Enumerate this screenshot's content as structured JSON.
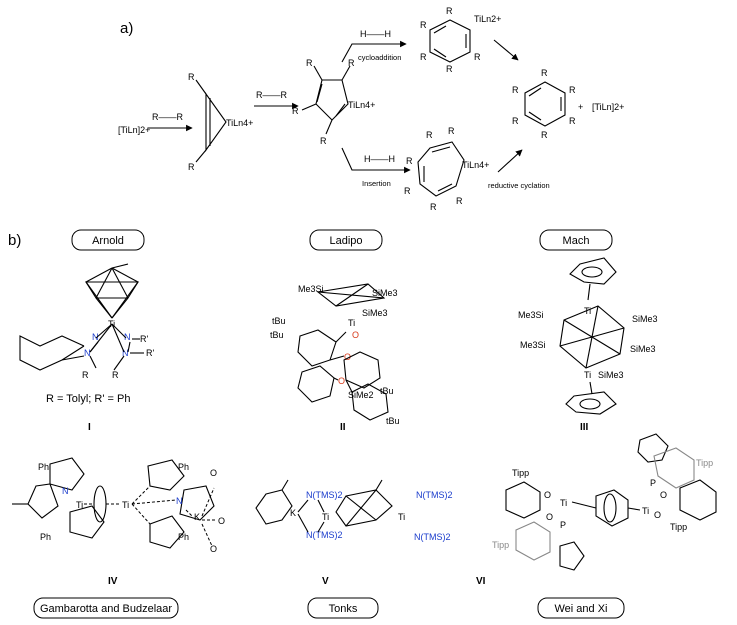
{
  "panel_a_label": "a)",
  "panel_b_label": "b)",
  "scheme": {
    "start": "[TiLn]2+",
    "alkyne": "R——R",
    "acetylene": "H——H",
    "cycloaddition": "cycloaddition",
    "insertion": "Insertion",
    "reductive_cyclation": "reductive cyclation",
    "plus": "+",
    "product_complex": "[TiLn]2+",
    "sub_R": "R",
    "ti_4plus": "TiLn4+",
    "ti_2plus": "TiLn2+"
  },
  "groups": {
    "arnold": "Arnold",
    "ladipo": "Ladipo",
    "mach": "Mach",
    "gambarotta": "Gambarotta and Budzelaar",
    "tonks": "Tonks",
    "wei_xi": "Wei and Xi"
  },
  "compounds": {
    "I": "I",
    "II": "II",
    "III": "III",
    "IV": "IV",
    "V": "V",
    "VI": "VI"
  },
  "caption_I": "R = Tolyl; R' = Ph",
  "atoms": {
    "Ti": "Ti",
    "N": "N",
    "O": "O",
    "K": "K",
    "P": "P",
    "R": "R",
    "Rp": "R'",
    "Ph": "Ph",
    "Me3Si": "Me3Si",
    "SiMe3": "SiMe3",
    "SiMe2": "SiMe2",
    "tBu": "tBu",
    "NTMS2": "N(TMS)2",
    "Tipp": "Tipp"
  },
  "colors": {
    "nitrogen": "#1a3ccc",
    "oxygen": "#d83a1a",
    "grey": "#888888"
  }
}
